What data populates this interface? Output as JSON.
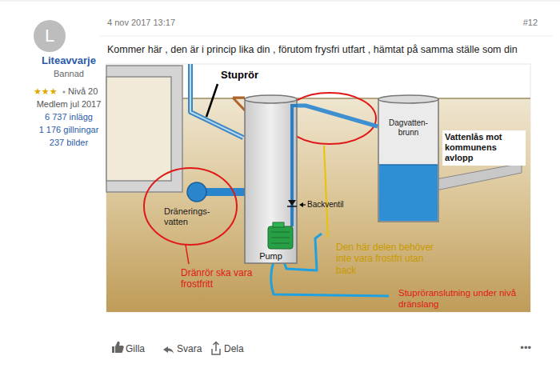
{
  "diagram": {
    "nodes": [
      {
        "text": [
          "L"
        ]
      },
      {
        "text": [
          "Pump"
        ]
      },
      {
        "text": [
          "Dagvatten- brunn"
        ]
      }
    ],
    "edges": [
      {
        "from": 1,
        "to": 2,
        "arrow": "none"
      }
    ],
    "labels": [
      "Liteavvarje",
      "Bannad",
      "★★★",
      "Nivå 20",
      "Medlem jul 2017",
      "6 737 inlägg",
      "1 176 gillningar",
      "237 bilder",
      "4 nov 2017 13:17",
      "#12",
      "Kommer här , den är i princip lika din , förutom frysfri utfart , hämtat på samma ställe som din",
      "Stuprör",
      "Vattenlås mot kommunens avlopp",
      "Dränerings- vatten",
      "Backventil",
      "Dränrör ska vara frostfritt",
      "Den här delen behöver inte vara frostfri utan back",
      "Stupröranslutning under nivå dränslang",
      "Gilla",
      "Svara",
      "Dela",
      "•••"
    ]
  }
}
